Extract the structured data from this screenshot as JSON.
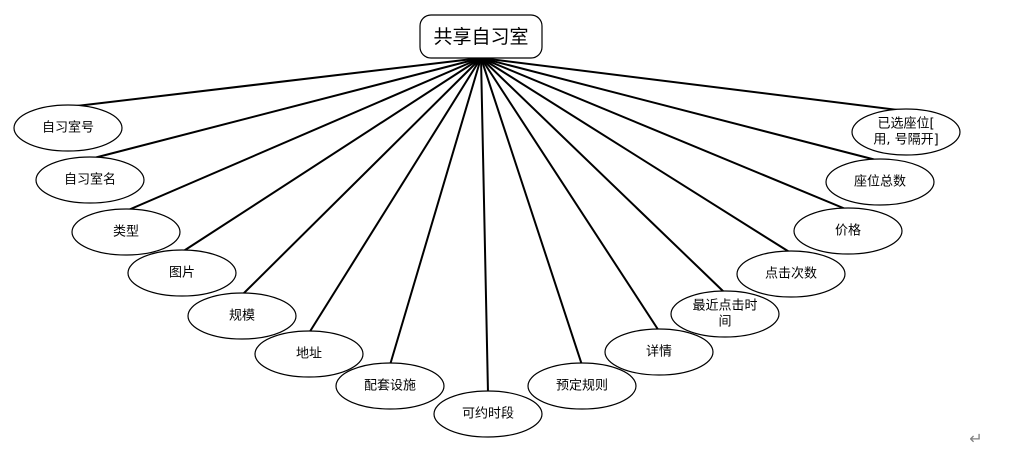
{
  "diagram": {
    "root": {
      "label": "共享自习室"
    },
    "attributes": [
      {
        "id": "room-no",
        "label": "自习室号"
      },
      {
        "id": "room-name",
        "label": "自习室名"
      },
      {
        "id": "type",
        "label": "类型"
      },
      {
        "id": "image",
        "label": "图片"
      },
      {
        "id": "scale",
        "label": "规模"
      },
      {
        "id": "address",
        "label": "地址"
      },
      {
        "id": "facilities",
        "label": "配套设施"
      },
      {
        "id": "slots",
        "label": "可约时段"
      },
      {
        "id": "rules",
        "label": "预定规则"
      },
      {
        "id": "details",
        "label": "详情"
      },
      {
        "id": "last-click",
        "label": "最近点击时间"
      },
      {
        "id": "click-count",
        "label": "点击次数"
      },
      {
        "id": "price",
        "label": "价格"
      },
      {
        "id": "total-seats",
        "label": "座位总数"
      },
      {
        "id": "selected-seats",
        "label": "已选座位[用, 号隔开]"
      }
    ],
    "edge_color": "#000000",
    "return_symbol": "↵"
  }
}
